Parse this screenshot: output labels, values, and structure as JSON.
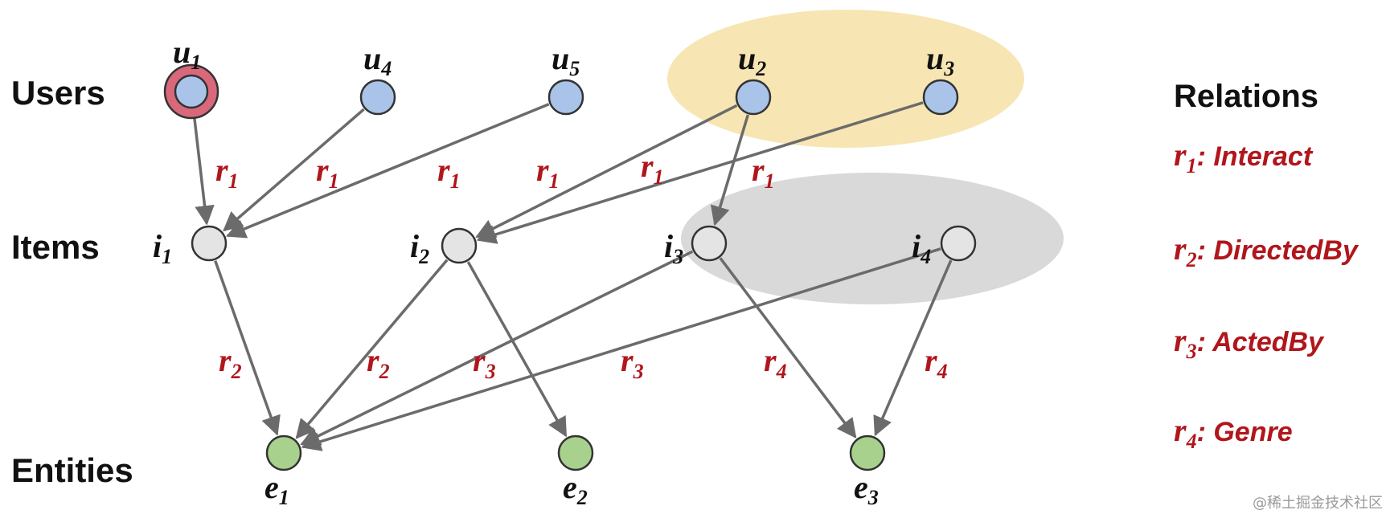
{
  "rows": {
    "users": "Users",
    "items": "Items",
    "entities": "Entities"
  },
  "nodes": [
    {
      "id": "u1",
      "base": "u",
      "sub": "1",
      "type": "user",
      "highlight": true
    },
    {
      "id": "u4",
      "base": "u",
      "sub": "4",
      "type": "user"
    },
    {
      "id": "u5",
      "base": "u",
      "sub": "5",
      "type": "user"
    },
    {
      "id": "u2",
      "base": "u",
      "sub": "2",
      "type": "user"
    },
    {
      "id": "u3",
      "base": "u",
      "sub": "3",
      "type": "user"
    },
    {
      "id": "i1",
      "base": "i",
      "sub": "1",
      "type": "item"
    },
    {
      "id": "i2",
      "base": "i",
      "sub": "2",
      "type": "item"
    },
    {
      "id": "i3",
      "base": "i",
      "sub": "3",
      "type": "item"
    },
    {
      "id": "i4",
      "base": "i",
      "sub": "4",
      "type": "item"
    },
    {
      "id": "e1",
      "base": "e",
      "sub": "1",
      "type": "entity"
    },
    {
      "id": "e2",
      "base": "e",
      "sub": "2",
      "type": "entity"
    },
    {
      "id": "e3",
      "base": "e",
      "sub": "3",
      "type": "entity"
    }
  ],
  "edges": [
    {
      "from": "u1",
      "to": "i1",
      "rel": "r1"
    },
    {
      "from": "u4",
      "to": "i1",
      "rel": "r1"
    },
    {
      "from": "u5",
      "to": "i1",
      "rel": "r1"
    },
    {
      "from": "u2",
      "to": "i2",
      "rel": "r1"
    },
    {
      "from": "u3",
      "to": "i2",
      "rel": "r1"
    },
    {
      "from": "u2",
      "to": "i3",
      "rel": "r1"
    },
    {
      "from": "i1",
      "to": "e1",
      "rel": "r2"
    },
    {
      "from": "i2",
      "to": "e1",
      "rel": "r2"
    },
    {
      "from": "i3",
      "to": "e1",
      "rel": "r3"
    },
    {
      "from": "i4",
      "to": "e1",
      "rel": "r3"
    },
    {
      "from": "i2",
      "to": "e2",
      "rel": "r3"
    },
    {
      "from": "i3",
      "to": "e3",
      "rel": "r4"
    },
    {
      "from": "i4",
      "to": "e3",
      "rel": "r4"
    }
  ],
  "edge_labels": [
    {
      "base": "r",
      "sub": "1"
    },
    {
      "base": "r",
      "sub": "1"
    },
    {
      "base": "r",
      "sub": "1"
    },
    {
      "base": "r",
      "sub": "1"
    },
    {
      "base": "r",
      "sub": "1"
    },
    {
      "base": "r",
      "sub": "1"
    },
    {
      "base": "r",
      "sub": "2"
    },
    {
      "base": "r",
      "sub": "2"
    },
    {
      "base": "r",
      "sub": "3"
    },
    {
      "base": "r",
      "sub": "3"
    },
    {
      "base": "r",
      "sub": "4"
    },
    {
      "base": "r",
      "sub": "4"
    }
  ],
  "relations": {
    "title": "Relations",
    "items": [
      {
        "base": "r",
        "sub": "1",
        "text": ": Interact"
      },
      {
        "base": "r",
        "sub": "2",
        "text": ": DirectedBy"
      },
      {
        "base": "r",
        "sub": "3",
        "text": ": ActedBy"
      },
      {
        "base": "r",
        "sub": "4",
        "text": ": Genre"
      }
    ]
  },
  "colors": {
    "user": "#a9c4e8",
    "item": "#e4e4e4",
    "entity": "#a9d18e",
    "highlight_ring": "#d9687a",
    "user_group": "#f7e6b3",
    "item_group": "#d9d9d9",
    "edge": "#6b6b6b",
    "relation": "#b0161c"
  },
  "watermark": "@稀土掘金技术社区"
}
